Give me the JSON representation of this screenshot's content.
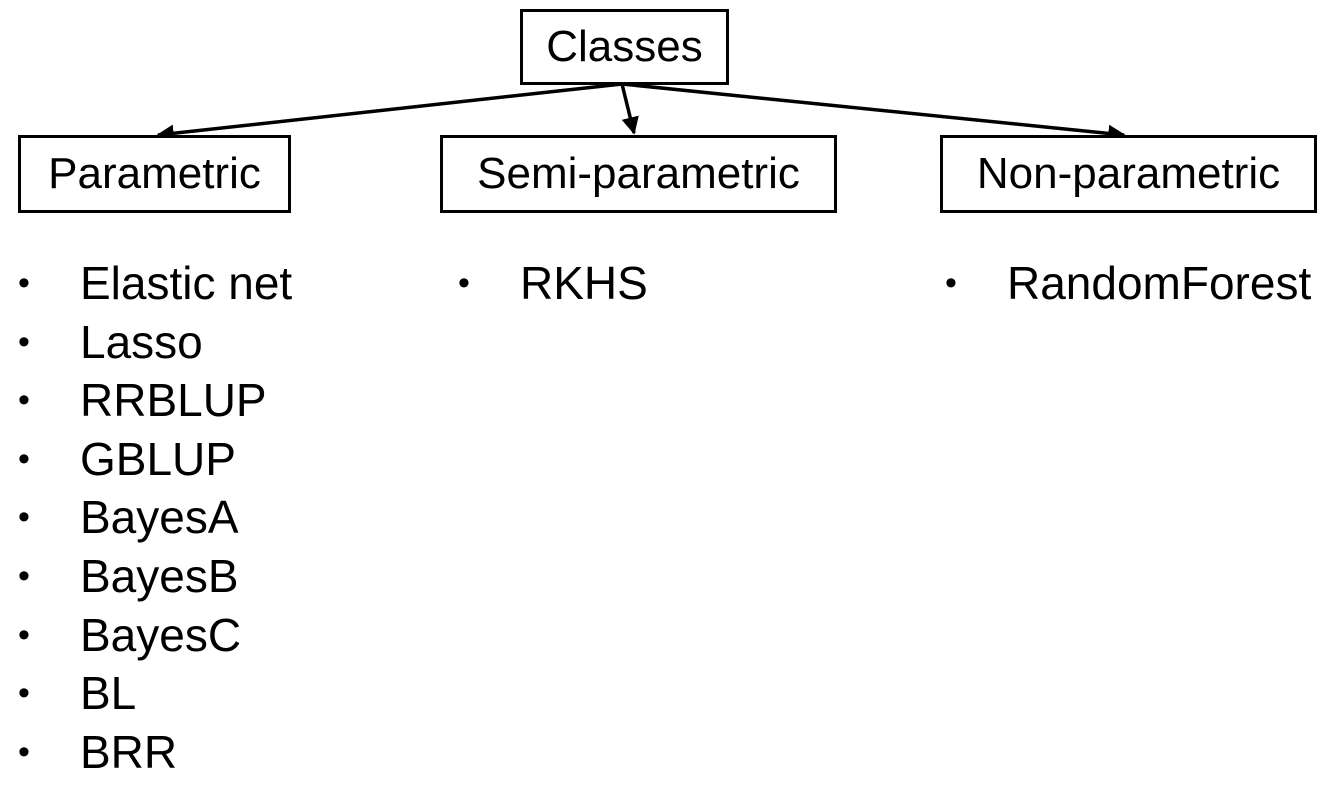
{
  "root": {
    "label": "Classes"
  },
  "categories": [
    {
      "label": "Parametric",
      "items": [
        "Elastic net",
        "Lasso",
        "RRBLUP",
        "GBLUP",
        "BayesA",
        "BayesB",
        "BayesC",
        "BL",
        "BRR"
      ]
    },
    {
      "label": "Semi-parametric",
      "items": [
        "RKHS"
      ]
    },
    {
      "label": "Non-parametric",
      "items": [
        "RandomForest"
      ]
    }
  ],
  "bullet": "•",
  "colors": {
    "line": "#000000",
    "background": "#ffffff",
    "text": "#000000"
  }
}
